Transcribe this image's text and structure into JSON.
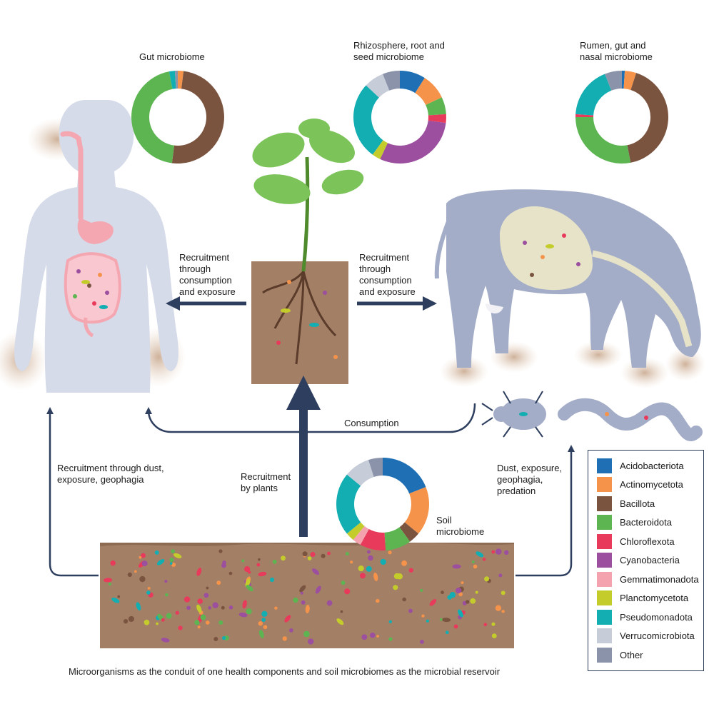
{
  "donuts": {
    "gut": {
      "title": "Gut microbiome",
      "segments": [
        {
          "taxon": "Acidobacteriota",
          "value": 0
        },
        {
          "taxon": "Actinomycetota",
          "value": 2
        },
        {
          "taxon": "Bacillota",
          "value": 50
        },
        {
          "taxon": "Bacteroidota",
          "value": 45
        },
        {
          "taxon": "Pseudomonadota",
          "value": 2
        },
        {
          "taxon": "Other",
          "value": 1
        }
      ]
    },
    "rhizosphere": {
      "title": "Rhizosphere, root and\nseed microbiome",
      "segments": [
        {
          "taxon": "Acidobacteriota",
          "value": 9
        },
        {
          "taxon": "Actinomycetota",
          "value": 9
        },
        {
          "taxon": "Bacteroidota",
          "value": 6
        },
        {
          "taxon": "Chloroflexota",
          "value": 3
        },
        {
          "taxon": "Cyanobacteria",
          "value": 30
        },
        {
          "taxon": "Planctomycetota",
          "value": 3
        },
        {
          "taxon": "Pseudomonadota",
          "value": 27
        },
        {
          "taxon": "Verrucomicrobiota",
          "value": 7
        },
        {
          "taxon": "Other",
          "value": 6
        }
      ]
    },
    "rumen": {
      "title": "Rumen, gut and\nnasal microbiome",
      "segments": [
        {
          "taxon": "Acidobacteriota",
          "value": 1
        },
        {
          "taxon": "Actinomycetota",
          "value": 4
        },
        {
          "taxon": "Bacillota",
          "value": 42
        },
        {
          "taxon": "Bacteroidota",
          "value": 28
        },
        {
          "taxon": "Chloroflexota",
          "value": 1
        },
        {
          "taxon": "Pseudomonadota",
          "value": 18
        },
        {
          "taxon": "Other",
          "value": 6
        }
      ]
    },
    "soil": {
      "title": "Soil\nmicrobiome",
      "segments": [
        {
          "taxon": "Acidobacteriota",
          "value": 19
        },
        {
          "taxon": "Actinomycetota",
          "value": 17
        },
        {
          "taxon": "Bacillota",
          "value": 4
        },
        {
          "taxon": "Bacteroidota",
          "value": 9
        },
        {
          "taxon": "Chloroflexota",
          "value": 9
        },
        {
          "taxon": "Gemmatimonadota",
          "value": 3
        },
        {
          "taxon": "Planctomycetota",
          "value": 3
        },
        {
          "taxon": "Pseudomonadota",
          "value": 22
        },
        {
          "taxon": "Verrucomicrobiota",
          "value": 9
        },
        {
          "taxon": "Other",
          "value": 5
        }
      ]
    }
  },
  "labels": {
    "recruit_left": "Recruitment\nthrough\nconsumption\nand exposure",
    "recruit_right": "Recruitment\nthrough\nconsumption\nand exposure",
    "consumption": "Consumption",
    "dust_left": "Recruitment through dust,\nexposure, geophagia",
    "recruit_plants": "Recruitment\nby plants",
    "dust_right": "Dust, exposure,\ngeophagia,\npredation",
    "caption": "Microorganisms as the conduit of one health components and soil microbiomes as the microbial reservoir"
  },
  "legend": [
    {
      "name": "Acidobacteriota",
      "color": "#1f6fb4"
    },
    {
      "name": "Actinomycetota",
      "color": "#f5934a"
    },
    {
      "name": "Bacillota",
      "color": "#7b5440"
    },
    {
      "name": "Bacteroidota",
      "color": "#5db552"
    },
    {
      "name": "Chloroflexota",
      "color": "#e83a5b"
    },
    {
      "name": "Cyanobacteria",
      "color": "#9b4f9e"
    },
    {
      "name": "Gemmatimonadota",
      "color": "#f4a3ae"
    },
    {
      "name": "Planctomycetota",
      "color": "#c4cc2c"
    },
    {
      "name": "Pseudomonadota",
      "color": "#12aeb2"
    },
    {
      "name": "Verrucomicrobiota",
      "color": "#c7ccd9"
    },
    {
      "name": "Other",
      "color": "#8b93aa"
    }
  ],
  "colors": {
    "arrow": "#2d3e5e",
    "human": "#d5dbe8",
    "cow": "#a4adc8",
    "soil": "#a37f66"
  }
}
